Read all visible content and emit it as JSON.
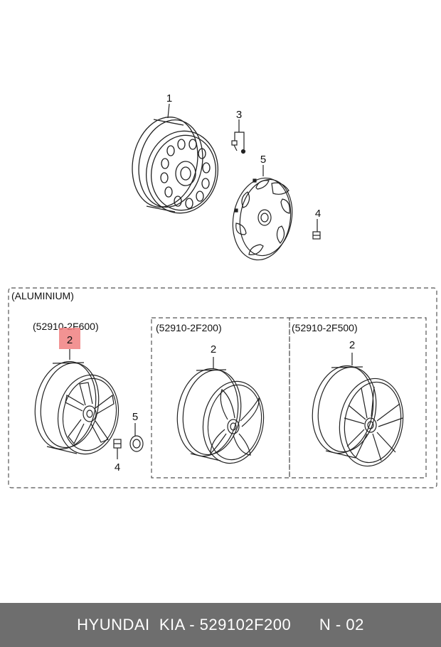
{
  "callouts": {
    "steel_wheel": "1",
    "valve": "3",
    "cover": "5",
    "nut": "4",
    "alloy_wheel_a": "2",
    "alloy_wheel_b": "2",
    "alloy_wheel_c": "2",
    "nut_small": "4",
    "cap_small": "5"
  },
  "section_label": "(ALUMINIUM)",
  "variants": {
    "a": "(52910-2F600)",
    "b": "(52910-2F200)",
    "c": "(52910-2F500)"
  },
  "highlight_color": "#f08080",
  "footer": {
    "brand": "HYUNDAI  KIA - 529102F200",
    "page": "N - 02"
  }
}
